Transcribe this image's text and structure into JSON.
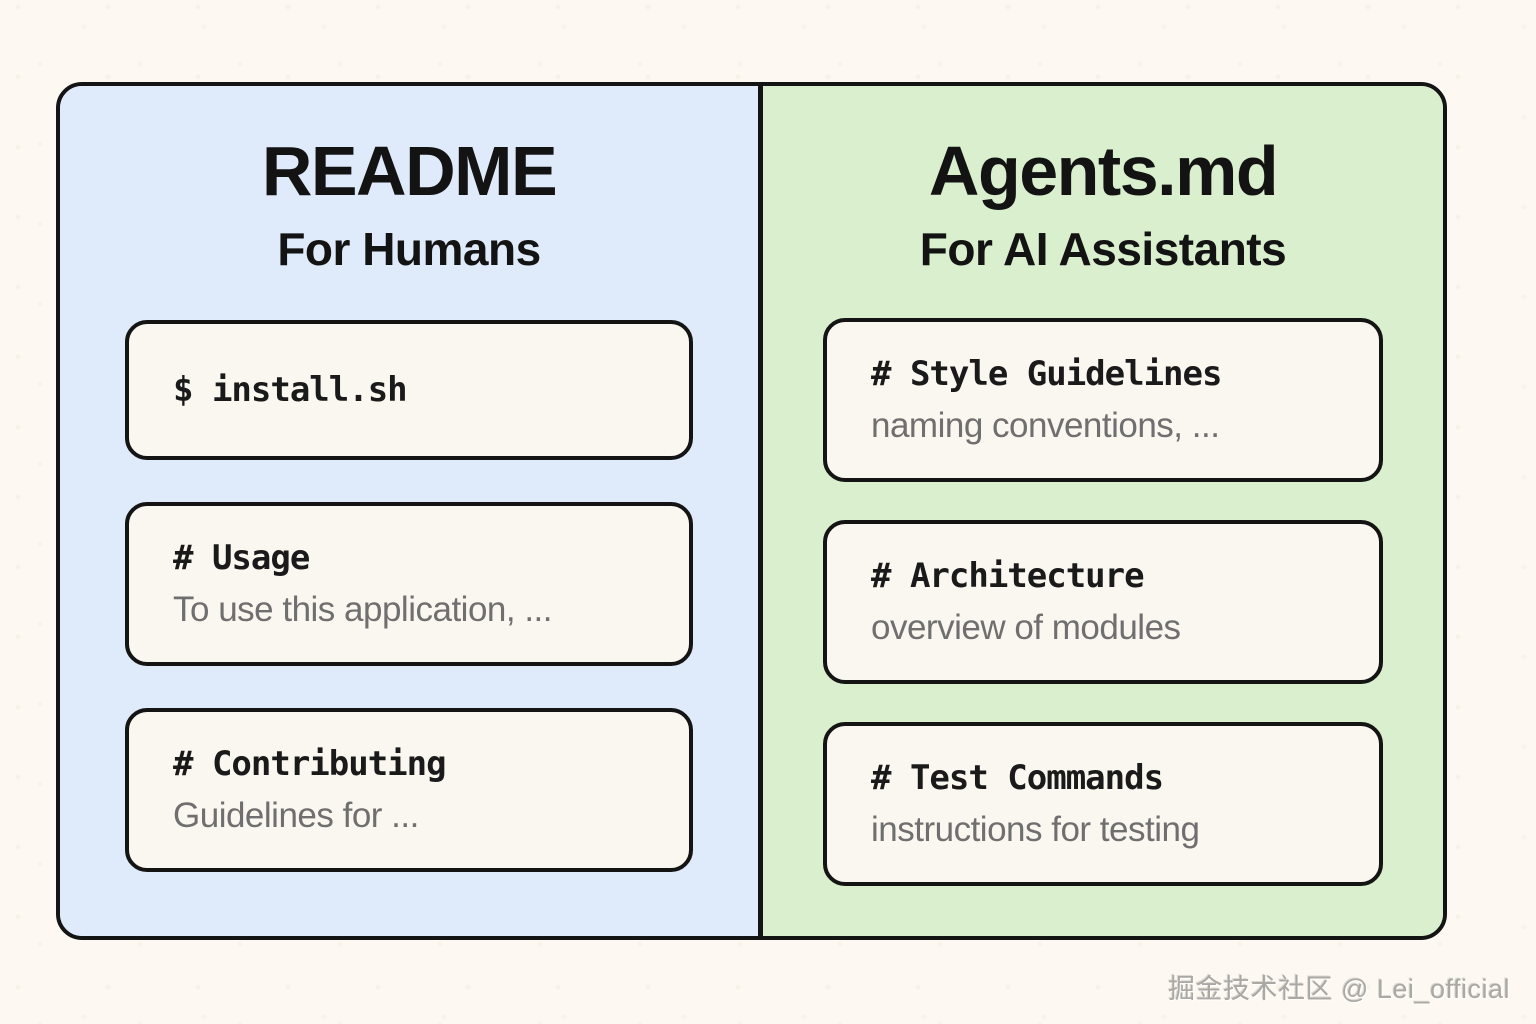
{
  "diagram": {
    "panels": [
      {
        "id": "readme",
        "title": "README",
        "subtitle": "For Humans",
        "bg_color": "#dfeafb",
        "cards": [
          {
            "heading": "$ install.sh",
            "body": ""
          },
          {
            "heading": "# Usage",
            "body": "To use this application, ..."
          },
          {
            "heading": "# Contributing",
            "body": "Guidelines for ..."
          }
        ]
      },
      {
        "id": "agents",
        "title": "Agents.md",
        "subtitle": "For AI Assistants",
        "bg_color": "#d9efcd",
        "cards": [
          {
            "heading": "# Style Guidelines",
            "body": "naming conventions, ..."
          },
          {
            "heading": "# Architecture",
            "body": "overview of modules"
          },
          {
            "heading": "# Test Commands",
            "body": "instructions for testing"
          }
        ]
      }
    ],
    "colors": {
      "page_background": "#fdf9f2",
      "card_background": "#faf6f0",
      "border": "#141414",
      "muted_text": "#6f6f6f"
    }
  },
  "watermark": {
    "text": "掘金技术社区 @ Lei_official"
  }
}
